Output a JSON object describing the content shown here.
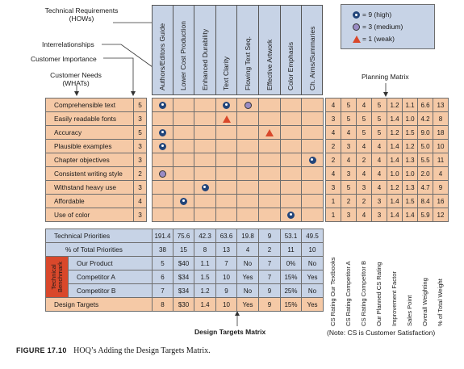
{
  "labels": {
    "technical_requirements": "Technical Requirements",
    "hows": "(HOWs)",
    "interrelationships": "Interrelationships",
    "customer_importance": "Customer Importance",
    "customer_needs": "Customer Needs",
    "whats": "(WHATs)",
    "planning_matrix": "Planning Matrix",
    "design_targets_matrix": "Design Targets Matrix",
    "note": "(Note: CS is Customer Satisfaction)",
    "caption_fig": "FIGURE 17.10",
    "caption_text": "HOQ’s Adding the Design Targets Matrix."
  },
  "legend": [
    {
      "symbol": "strong",
      "text": "= 9 (high)"
    },
    {
      "symbol": "medium",
      "text": "= 3 (medium)"
    },
    {
      "symbol": "weak",
      "text": "= 1 (weak)"
    }
  ],
  "hows": [
    "Authors/Editors Guide",
    "Lower Cost Production",
    "Enhanced Durability",
    "Text Clarity",
    "Flowing Text Seq.",
    "Effective Artwork",
    "Color Emphasis",
    "Ch. Aims/Summaries"
  ],
  "whats": [
    {
      "need": "Comprehensible text",
      "importance": "5",
      "rel": [
        "strong",
        "",
        "",
        "strong",
        "medium",
        "",
        "",
        ""
      ],
      "pm": [
        "4",
        "5",
        "4",
        "5",
        "1.2",
        "1.1",
        "6.6",
        "13"
      ]
    },
    {
      "need": "Easily readable fonts",
      "importance": "3",
      "rel": [
        "",
        "",
        "",
        "weak",
        "",
        "",
        "",
        ""
      ],
      "pm": [
        "3",
        "5",
        "5",
        "5",
        "1.4",
        "1.0",
        "4.2",
        "8"
      ]
    },
    {
      "need": "Accuracy",
      "importance": "5",
      "rel": [
        "strong",
        "",
        "",
        "",
        "",
        "weak",
        "",
        ""
      ],
      "pm": [
        "4",
        "4",
        "5",
        "5",
        "1.2",
        "1.5",
        "9.0",
        "18"
      ]
    },
    {
      "need": "Plausible examples",
      "importance": "3",
      "rel": [
        "strong",
        "",
        "",
        "",
        "",
        "",
        "",
        ""
      ],
      "pm": [
        "2",
        "3",
        "4",
        "4",
        "1.4",
        "1.2",
        "5.0",
        "10"
      ]
    },
    {
      "need": "Chapter objectives",
      "importance": "3",
      "rel": [
        "",
        "",
        "",
        "",
        "",
        "",
        "",
        "strong"
      ],
      "pm": [
        "2",
        "4",
        "2",
        "4",
        "1.4",
        "1.3",
        "5.5",
        "11"
      ]
    },
    {
      "need": "Consistent writing style",
      "importance": "2",
      "rel": [
        "medium",
        "",
        "",
        "",
        "",
        "",
        "",
        ""
      ],
      "pm": [
        "4",
        "3",
        "4",
        "4",
        "1.0",
        "1.0",
        "2.0",
        "4"
      ]
    },
    {
      "need": "Withstand heavy use",
      "importance": "3",
      "rel": [
        "",
        "",
        "strong",
        "",
        "",
        "",
        "",
        ""
      ],
      "pm": [
        "3",
        "5",
        "3",
        "4",
        "1.2",
        "1.3",
        "4.7",
        "9"
      ]
    },
    {
      "need": "Affordable",
      "importance": "4",
      "rel": [
        "",
        "strong",
        "",
        "",
        "",
        "",
        "",
        ""
      ],
      "pm": [
        "1",
        "2",
        "2",
        "3",
        "1.4",
        "1.5",
        "8.4",
        "16"
      ]
    },
    {
      "need": "Use of color",
      "importance": "3",
      "rel": [
        "",
        "",
        "",
        "",
        "",
        "",
        "strong",
        ""
      ],
      "pm": [
        "1",
        "3",
        "4",
        "3",
        "1.4",
        "1.4",
        "5.9",
        "12"
      ]
    }
  ],
  "planning_headers": [
    "CS Rating Our Textbooks",
    "CS Rating Competitor A",
    "CS Rating Competitor B",
    "Our Planned CS Rating",
    "Improvement Factor",
    "Sales Point",
    "Overall Weighting",
    "% of Total Weight"
  ],
  "design_targets": {
    "rows": [
      {
        "label": "Technical Priorities",
        "values": [
          "191.4",
          "75.6",
          "42.3",
          "63.6",
          "19.8",
          "9",
          "53.1",
          "49.5"
        ]
      },
      {
        "label": "% of Total Priorities",
        "values": [
          "38",
          "15",
          "8",
          "13",
          "4",
          "2",
          "11",
          "10"
        ]
      },
      {
        "label": "Our Product",
        "values": [
          "5",
          "$40",
          "1.1",
          "7",
          "No",
          "7",
          "0%",
          "No"
        ]
      },
      {
        "label": "Competitor A",
        "values": [
          "6",
          "$34",
          "1.5",
          "10",
          "Yes",
          "7",
          "15%",
          "Yes"
        ]
      },
      {
        "label": "Competitor B",
        "values": [
          "7",
          "$34",
          "1.2",
          "9",
          "No",
          "9",
          "25%",
          "No"
        ]
      },
      {
        "label": "Design Targets",
        "values": [
          "8",
          "$30",
          "1.4",
          "10",
          "Yes",
          "9",
          "15%",
          "Yes"
        ]
      }
    ],
    "benchmark_label": "Technical Benchmark"
  },
  "colors": {
    "orange": "#f5c9a6",
    "blue": "#c7d3e6",
    "strong": "#22457a",
    "medium": "#9a8cc4",
    "weak": "#d9482b"
  }
}
